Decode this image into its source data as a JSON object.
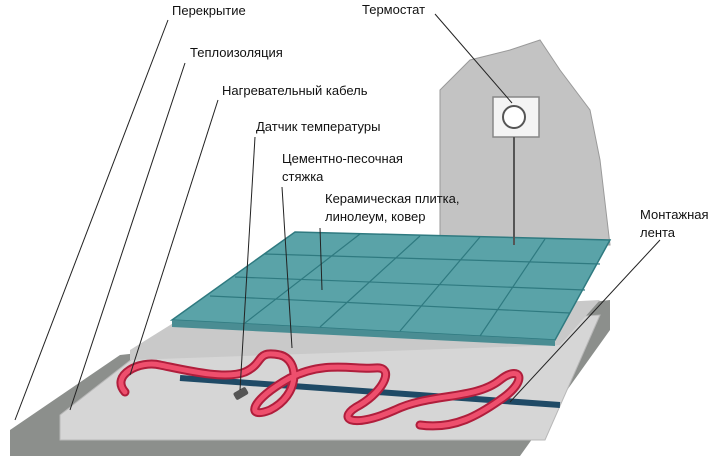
{
  "labels": {
    "perekrytie": "Перекрытие",
    "teploizolyaciya": "Теплоизоляция",
    "nagrev_cable": "Нагревательный кабель",
    "datchik": "Датчик температуры",
    "styazhka_line1": "Цементно-песочная",
    "styazhka_line2": "стяжка",
    "plitka_line1": "Керамическая плитка,",
    "plitka_line2": "линолеум, ковер",
    "termostat": "Термостат",
    "montazh_line1": "Монтажная",
    "montazh_line2": "лента"
  },
  "colors": {
    "tile": "#5aa3a8",
    "tile_grid": "#2f7a80",
    "screed": "#cfcfcf",
    "wall": "#bdbdbd",
    "slab": "#8c8f8c",
    "cable": "#e23a5a",
    "tape": "#1f4a66"
  }
}
